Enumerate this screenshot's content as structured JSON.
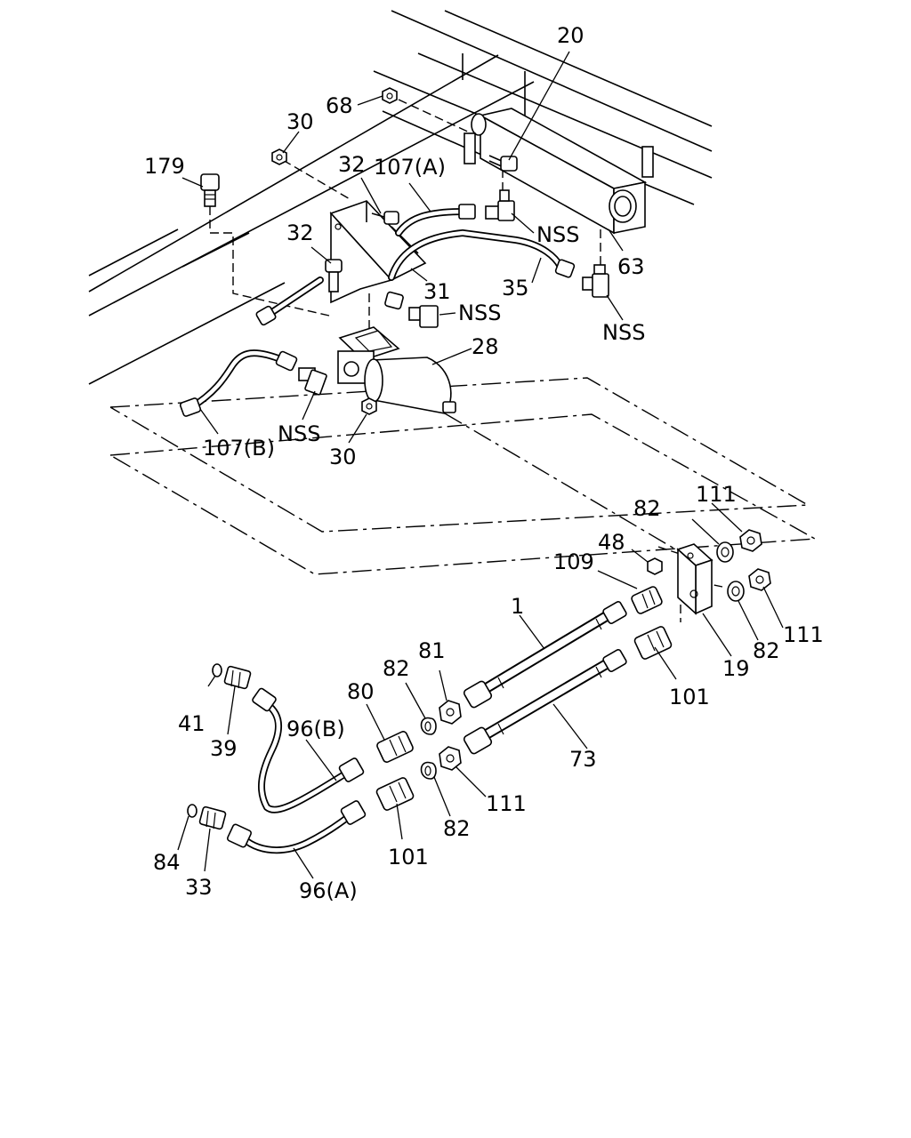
{
  "callouts": {
    "c20": "20",
    "c68": "68",
    "c30a": "30",
    "c179": "179",
    "c32a": "32",
    "c107a": "107(A)",
    "nss1": "NSS",
    "c63": "63",
    "c32b": "32",
    "c35": "35",
    "c31": "31",
    "nss2": "NSS",
    "nss3": "NSS",
    "c28": "28",
    "nss4": "NSS",
    "c107b": "107(B)",
    "c30b": "30",
    "c111a": "111",
    "c82a": "82",
    "c48": "48",
    "c109": "109",
    "c1": "1",
    "c111b": "111",
    "c82b": "82",
    "c19": "19",
    "c81": "81",
    "c82c": "82",
    "c41": "41",
    "c80": "80",
    "c101a": "101",
    "c39": "39",
    "c96b": "96(B)",
    "c73": "73",
    "c111c": "111",
    "c82d": "82",
    "c101b": "101",
    "c84": "84",
    "c33": "33",
    "c96a": "96(A)"
  }
}
